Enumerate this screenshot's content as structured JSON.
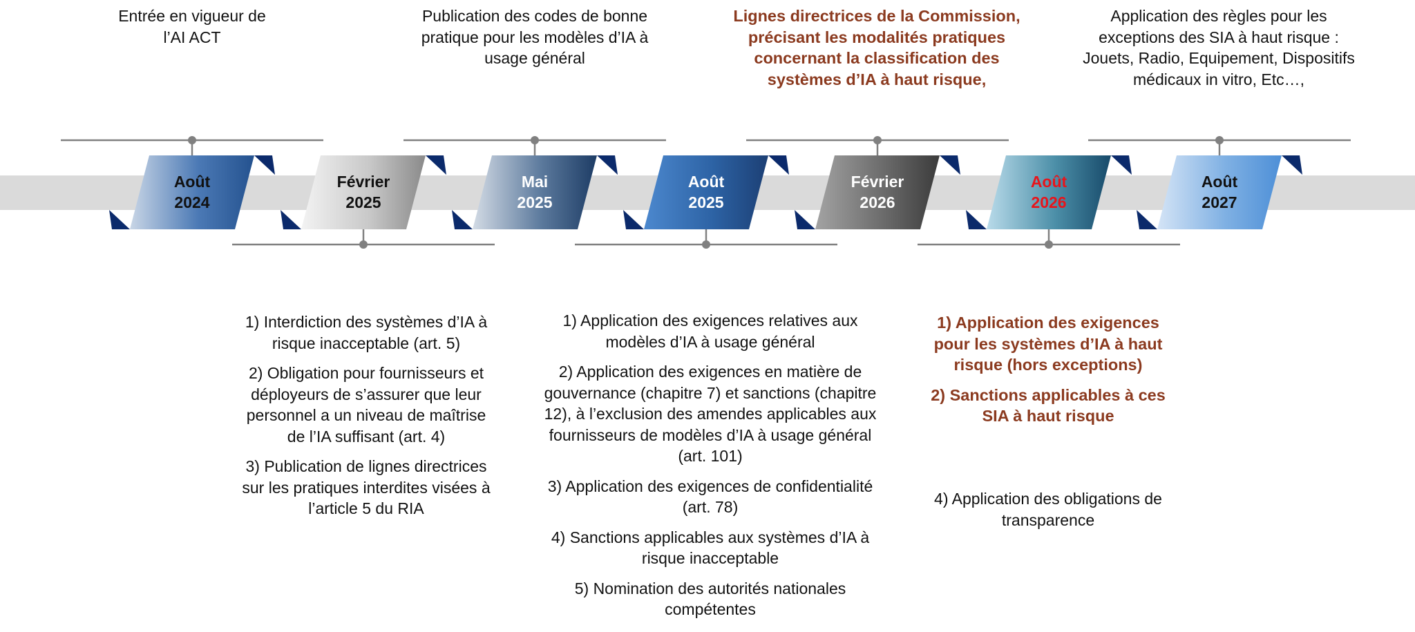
{
  "timeline": {
    "milestones": [
      {
        "id": "aout-2024",
        "month": "Août",
        "year": "2024",
        "position": "top",
        "date_color": "#111111",
        "texts": [
          "Entrée en vigueur de l’AI ACT"
        ]
      },
      {
        "id": "fevrier-2025",
        "month": "Février",
        "year": "2025",
        "position": "bottom",
        "date_color": "#111111",
        "texts": [
          "1) Interdiction des systèmes d’IA à risque inacceptable (art. 5)",
          "2) Obligation pour fournisseurs et déployeurs de s’assurer que leur personnel a un niveau de maîtrise de l’IA suffisant (art. 4)",
          "3) Publication de lignes directrices sur les pratiques interdites visées à l’article 5 du RIA"
        ]
      },
      {
        "id": "mai-2025",
        "month": "Mai",
        "year": "2025",
        "position": "top",
        "date_color": "#ffffff",
        "texts": [
          "Publication des codes de bonne pratique pour les modèles d’IA à usage général"
        ]
      },
      {
        "id": "aout-2025",
        "month": "Août",
        "year": "2025",
        "position": "bottom",
        "date_color": "#ffffff",
        "texts": [
          "1) Application des exigences relatives aux modèles d’IA à usage général",
          "2) Application des exigences en matière de gouvernance (chapitre 7) et sanctions (chapitre 12), à l’exclusion des amendes applicables aux fournisseurs de modèles d’IA à usage général (art. 101)",
          "3) Application des exigences de confidentialité (art. 78)",
          "4) Sanctions applicables aux systèmes d’IA à risque inacceptable",
          "5) Nomination des autorités nationales compétentes"
        ]
      },
      {
        "id": "fevrier-2026",
        "month": "Février",
        "year": "2026",
        "position": "top",
        "date_color": "#ffffff",
        "highlight": true,
        "texts": [
          "Lignes directrices de la Commission, précisant les modalités pratiques concernant la classification des systèmes d’IA à haut risque,"
        ]
      },
      {
        "id": "aout-2026",
        "month": "Août",
        "year": "2026",
        "position": "bottom",
        "date_color": "#e8141b",
        "highlight": true,
        "texts": [
          "1) Application des exigences pour les systèmes d’IA à haut risque (hors exceptions)",
          "2) Sanctions applicables à ces SIA à haut risque"
        ],
        "extra_texts": [
          "4) Application des obligations de transparence"
        ]
      },
      {
        "id": "aout-2027",
        "month": "Août",
        "year": "2027",
        "position": "top",
        "date_color": "#111111",
        "texts": [
          "Application des règles pour les exceptions des SIA à haut risque : Jouets, Radio, Equipement, Dispositifs médicaux in vitro, Etc…,"
        ]
      }
    ]
  },
  "colors": {
    "band": "#dadada",
    "connector": "#808080",
    "corner": "#0b2a6b",
    "highlight_text": "#8b3a1f",
    "gradients": {
      "aout-2024": [
        "#c9d6e6",
        "#4b79b5",
        "#24528f"
      ],
      "fevrier-2025": [
        "#f3f3f3",
        "#c8c8c8",
        "#8a8a8a"
      ],
      "mai-2025": [
        "#d3dbe5",
        "#5c7a9d",
        "#1d3c65"
      ],
      "aout-2025": [
        "#4c88ce",
        "#2d63a5",
        "#1c3f74"
      ],
      "fevrier-2026": [
        "#a3a3a3",
        "#6b6b6b",
        "#3b3b3b"
      ],
      "aout-2026": [
        "#b9dbea",
        "#4c8fa8",
        "#174a6a"
      ],
      "aout-2027": [
        "#d4e4f6",
        "#7fb0e3",
        "#4d8fd7"
      ]
    }
  }
}
